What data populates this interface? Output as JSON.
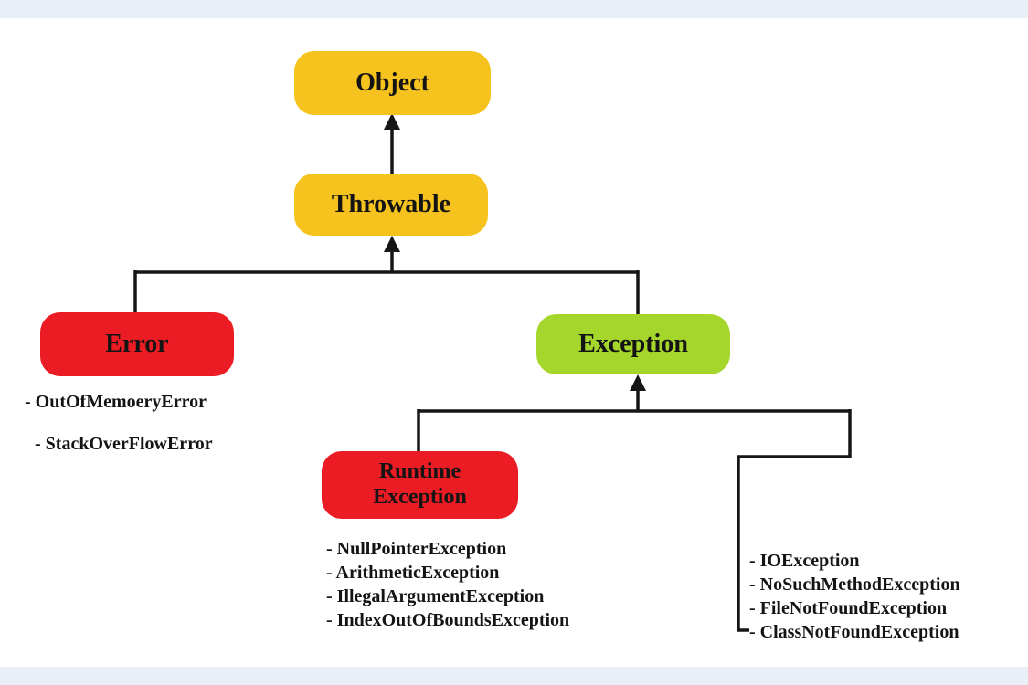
{
  "diagram": {
    "type": "hierarchy-flowchart",
    "subject": "Java exception class hierarchy",
    "nodes": {
      "object": {
        "label": "Object",
        "color": "#F5C21E"
      },
      "throwable": {
        "label": "Throwable",
        "color": "#F5C21E"
      },
      "error": {
        "label": "Error",
        "color": "#EC1C24"
      },
      "exception": {
        "label": "Exception",
        "color": "#A5D62B"
      },
      "runtime": {
        "label_line1": "Runtime",
        "label_line2": "Exception",
        "color": "#EC1C24"
      }
    },
    "error_children": [
      "- OutOfMemoeryError",
      "- StackOverFlowError"
    ],
    "runtime_children": [
      "- NullPointerException",
      "- ArithmeticException",
      "- IllegalArgumentException",
      "- IndexOutOfBoundsException"
    ],
    "exception_children": [
      "- IOException",
      "- NoSuchMethodException",
      "- FileNotFoundException",
      "- ClassNotFoundException"
    ],
    "colors": {
      "node_yellow": "#F5C21E",
      "node_red": "#EC1C24",
      "node_green": "#A5D62B",
      "connector": "#161616",
      "text": "#141414",
      "page_border_band": "#E8EFF6",
      "background": "#FFFFFF"
    }
  }
}
